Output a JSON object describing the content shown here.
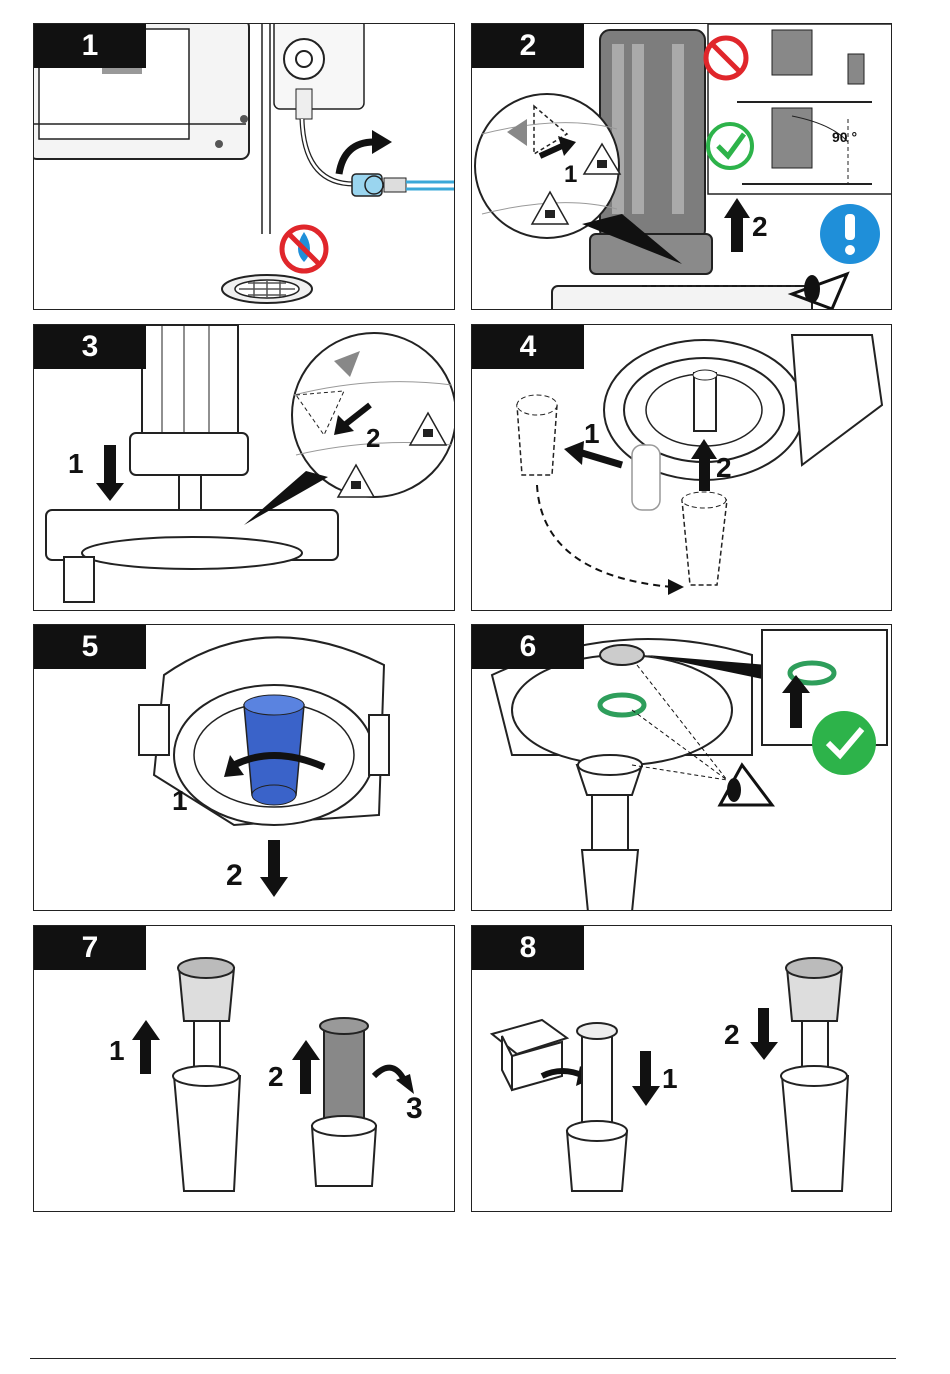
{
  "panels": [
    {
      "step": "1"
    },
    {
      "step": "2",
      "callout_1": "1",
      "callout_2": "2",
      "angle": "90 °"
    },
    {
      "step": "3",
      "callout_1": "1",
      "callout_2": "2"
    },
    {
      "step": "4",
      "callout_1": "1",
      "callout_2": "2"
    },
    {
      "step": "5",
      "callout_1": "1",
      "callout_2": "2"
    },
    {
      "step": "6"
    },
    {
      "step": "7",
      "callout_1": "1",
      "callout_2": "2",
      "callout_3": "3"
    },
    {
      "step": "8",
      "callout_1": "1",
      "callout_2": "2"
    }
  ],
  "colors": {
    "prohibited": "#e0262b",
    "ok": "#2db34a",
    "info": "#1f8fd9",
    "water": "#8fd3f0",
    "filter_blue": "#3a63c9",
    "oring_green": "#2e9e5b",
    "housing_gray": "#7d7d7d"
  },
  "icons": [
    "drain-icon",
    "no-water-icon",
    "prohibited-icon",
    "checkmark-icon",
    "info-icon",
    "eye-icon",
    "lock-icon",
    "unlock-icon",
    "box-icon"
  ]
}
